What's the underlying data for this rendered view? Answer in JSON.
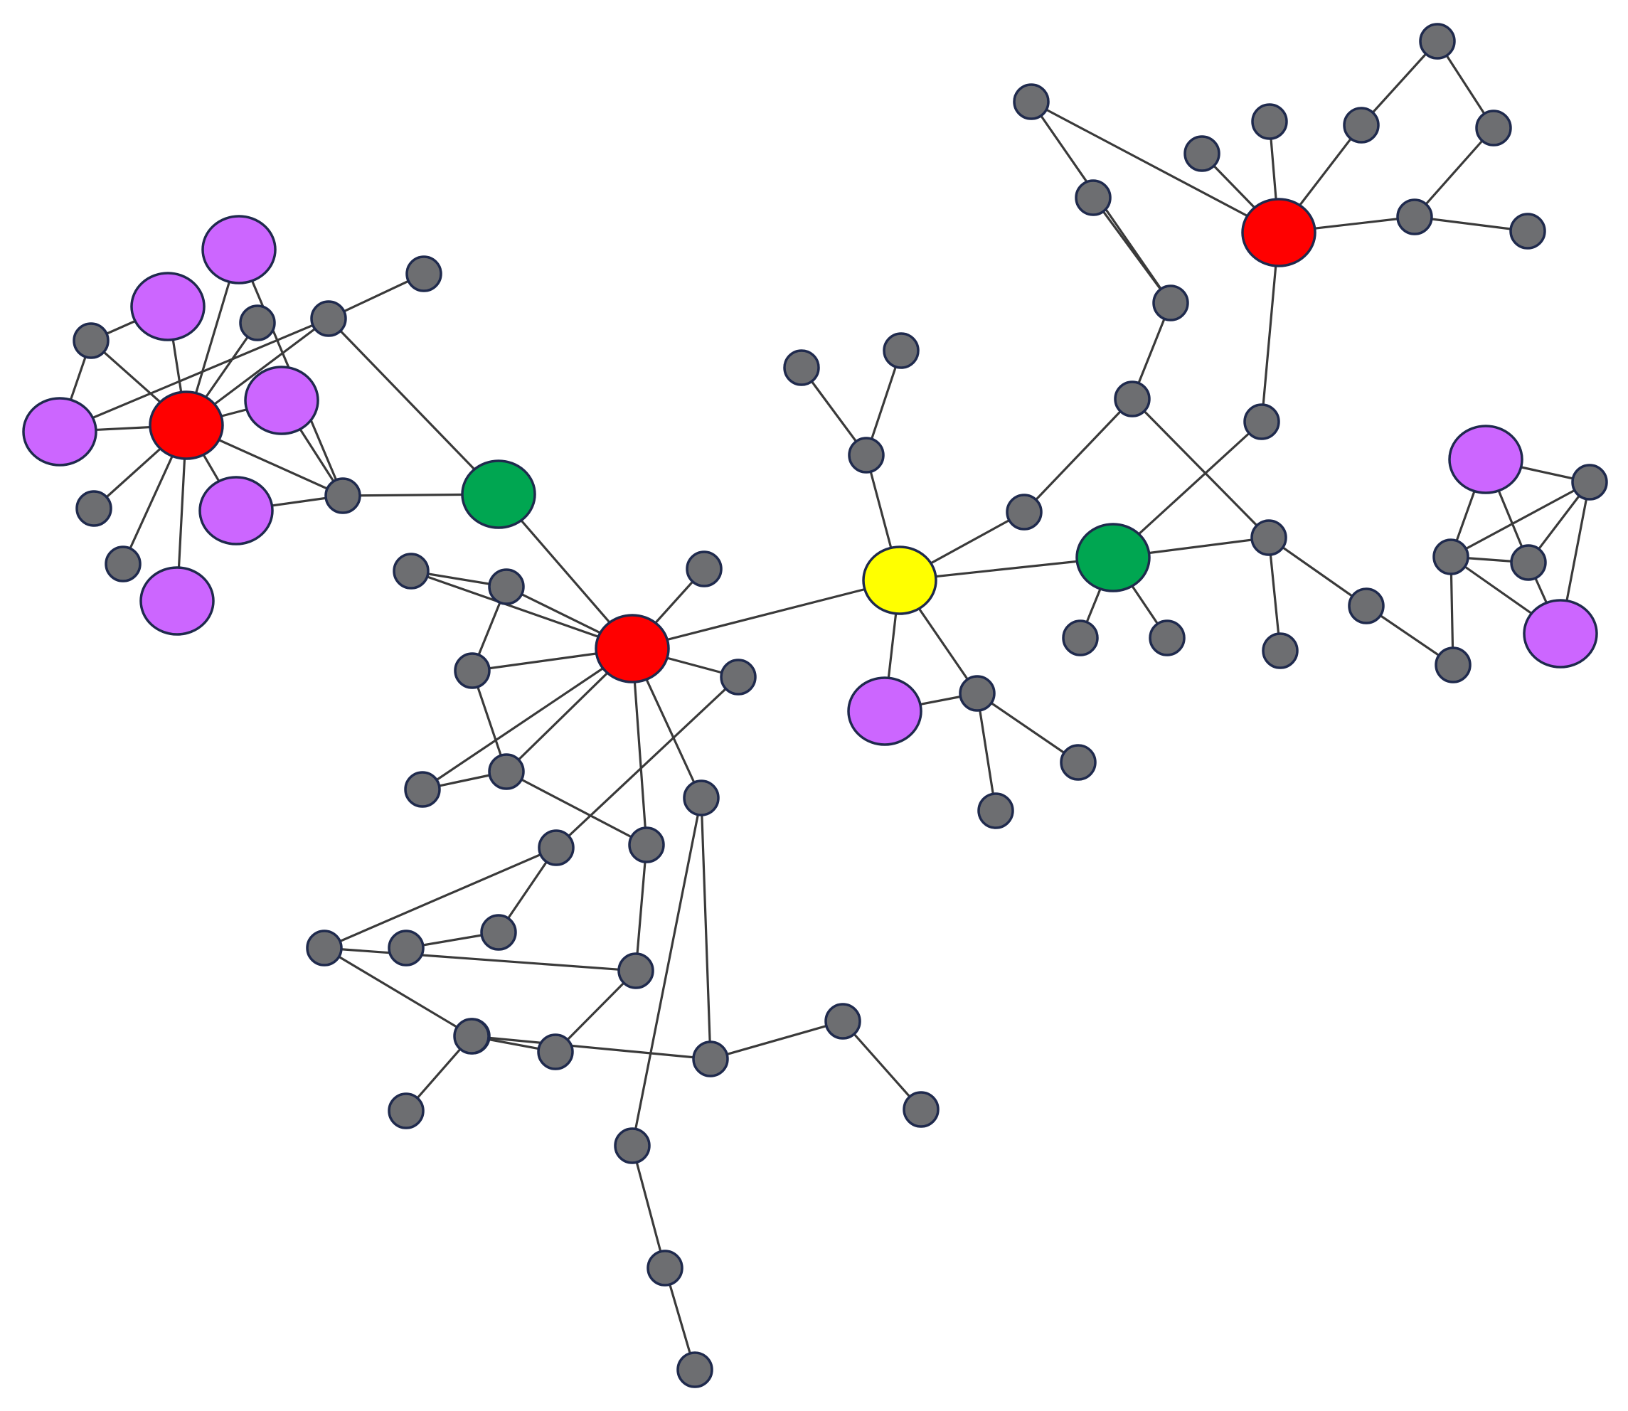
{
  "diagram": {
    "colors": {
      "gray": "#6d6e71",
      "red": "#ff0000",
      "green": "#00a651",
      "yellow": "#ffff00",
      "purple": "#cc66ff",
      "outline": "#1f2a4d",
      "edge": "#3a3a3a"
    },
    "nodes": [
      {
        "id": "n1",
        "color": "red",
        "size": "large"
      },
      {
        "id": "n2",
        "color": "purple",
        "size": "large"
      },
      {
        "id": "n3",
        "color": "purple",
        "size": "large"
      },
      {
        "id": "n4",
        "color": "purple",
        "size": "large"
      },
      {
        "id": "n5",
        "color": "purple",
        "size": "large"
      },
      {
        "id": "n6",
        "color": "purple",
        "size": "large"
      },
      {
        "id": "n7",
        "color": "purple",
        "size": "large"
      },
      {
        "id": "n8",
        "color": "gray",
        "size": "small"
      },
      {
        "id": "n9",
        "color": "gray",
        "size": "small"
      },
      {
        "id": "n10",
        "color": "gray",
        "size": "small"
      },
      {
        "id": "n11",
        "color": "gray",
        "size": "small"
      },
      {
        "id": "n12",
        "color": "gray",
        "size": "small"
      },
      {
        "id": "n13",
        "color": "gray",
        "size": "small"
      },
      {
        "id": "n14",
        "color": "gray",
        "size": "small"
      },
      {
        "id": "n15",
        "color": "green",
        "size": "large"
      },
      {
        "id": "n16",
        "color": "red",
        "size": "large"
      },
      {
        "id": "n17",
        "color": "gray",
        "size": "small"
      },
      {
        "id": "n18",
        "color": "gray",
        "size": "small"
      },
      {
        "id": "n19",
        "color": "gray",
        "size": "small"
      },
      {
        "id": "n20",
        "color": "gray",
        "size": "small"
      },
      {
        "id": "n21",
        "color": "gray",
        "size": "small"
      },
      {
        "id": "n22",
        "color": "gray",
        "size": "small"
      },
      {
        "id": "n23",
        "color": "gray",
        "size": "small"
      },
      {
        "id": "n24",
        "color": "gray",
        "size": "small"
      },
      {
        "id": "n25",
        "color": "gray",
        "size": "small"
      },
      {
        "id": "n26",
        "color": "gray",
        "size": "small"
      },
      {
        "id": "n27",
        "color": "gray",
        "size": "small"
      },
      {
        "id": "n28",
        "color": "gray",
        "size": "small"
      },
      {
        "id": "n29",
        "color": "gray",
        "size": "small"
      },
      {
        "id": "n30",
        "color": "gray",
        "size": "small"
      },
      {
        "id": "n31",
        "color": "gray",
        "size": "small"
      },
      {
        "id": "n32",
        "color": "gray",
        "size": "small"
      },
      {
        "id": "n33",
        "color": "gray",
        "size": "small"
      },
      {
        "id": "n34",
        "color": "gray",
        "size": "small"
      },
      {
        "id": "n35",
        "color": "gray",
        "size": "small"
      },
      {
        "id": "n36",
        "color": "gray",
        "size": "small"
      },
      {
        "id": "n37",
        "color": "gray",
        "size": "small"
      },
      {
        "id": "n38",
        "color": "gray",
        "size": "small"
      },
      {
        "id": "n39",
        "color": "gray",
        "size": "small"
      },
      {
        "id": "n40",
        "color": "gray",
        "size": "small"
      },
      {
        "id": "n41",
        "color": "gray",
        "size": "small"
      },
      {
        "id": "n42",
        "color": "gray",
        "size": "small"
      },
      {
        "id": "n43",
        "color": "yellow",
        "size": "large"
      },
      {
        "id": "n44",
        "color": "gray",
        "size": "small"
      },
      {
        "id": "n45",
        "color": "gray",
        "size": "small"
      },
      {
        "id": "n46",
        "color": "gray",
        "size": "small"
      },
      {
        "id": "n47",
        "color": "purple",
        "size": "large"
      },
      {
        "id": "n48",
        "color": "gray",
        "size": "small"
      },
      {
        "id": "n49",
        "color": "gray",
        "size": "small"
      },
      {
        "id": "n50",
        "color": "gray",
        "size": "small"
      },
      {
        "id": "n51",
        "color": "gray",
        "size": "small"
      },
      {
        "id": "n52",
        "color": "gray",
        "size": "small"
      },
      {
        "id": "n53",
        "color": "gray",
        "size": "small"
      },
      {
        "id": "n54",
        "color": "gray",
        "size": "small"
      },
      {
        "id": "n55",
        "color": "gray",
        "size": "small"
      },
      {
        "id": "n56",
        "color": "red",
        "size": "large"
      },
      {
        "id": "n57",
        "color": "gray",
        "size": "small"
      },
      {
        "id": "n58",
        "color": "gray",
        "size": "small"
      },
      {
        "id": "n59",
        "color": "gray",
        "size": "small"
      },
      {
        "id": "n60",
        "color": "gray",
        "size": "small"
      },
      {
        "id": "n61",
        "color": "gray",
        "size": "small"
      },
      {
        "id": "n62",
        "color": "gray",
        "size": "small"
      },
      {
        "id": "n63",
        "color": "gray",
        "size": "small"
      },
      {
        "id": "n64",
        "color": "gray",
        "size": "small"
      },
      {
        "id": "n65",
        "color": "green",
        "size": "large"
      },
      {
        "id": "n66",
        "color": "gray",
        "size": "small"
      },
      {
        "id": "n67",
        "color": "gray",
        "size": "small"
      },
      {
        "id": "n68",
        "color": "gray",
        "size": "small"
      },
      {
        "id": "n69",
        "color": "gray",
        "size": "small"
      },
      {
        "id": "n70",
        "color": "gray",
        "size": "small"
      },
      {
        "id": "n71",
        "color": "gray",
        "size": "small"
      },
      {
        "id": "n72",
        "color": "gray",
        "size": "small"
      },
      {
        "id": "n73",
        "color": "gray",
        "size": "small"
      },
      {
        "id": "n74",
        "color": "purple",
        "size": "large"
      },
      {
        "id": "n75",
        "color": "gray",
        "size": "small"
      },
      {
        "id": "n76",
        "color": "gray",
        "size": "small"
      },
      {
        "id": "n77",
        "color": "purple",
        "size": "large"
      }
    ],
    "edges": [
      [
        "n1",
        "n2"
      ],
      [
        "n1",
        "n3"
      ],
      [
        "n1",
        "n4"
      ],
      [
        "n1",
        "n5"
      ],
      [
        "n1",
        "n6"
      ],
      [
        "n1",
        "n7"
      ],
      [
        "n1",
        "n8"
      ],
      [
        "n1",
        "n9"
      ],
      [
        "n1",
        "n10"
      ],
      [
        "n1",
        "n11"
      ],
      [
        "n1",
        "n12"
      ],
      [
        "n1",
        "n13"
      ],
      [
        "n3",
        "n8"
      ],
      [
        "n2",
        "n8"
      ],
      [
        "n4",
        "n13"
      ],
      [
        "n2",
        "n12"
      ],
      [
        "n5",
        "n13"
      ],
      [
        "n6",
        "n13"
      ],
      [
        "n12",
        "n14"
      ],
      [
        "n12",
        "n15"
      ],
      [
        "n13",
        "n15"
      ],
      [
        "n15",
        "n16"
      ],
      [
        "n16",
        "n17"
      ],
      [
        "n16",
        "n18"
      ],
      [
        "n16",
        "n19"
      ],
      [
        "n16",
        "n20"
      ],
      [
        "n16",
        "n21"
      ],
      [
        "n16",
        "n22"
      ],
      [
        "n16",
        "n23"
      ],
      [
        "n16",
        "n24"
      ],
      [
        "n16",
        "n25"
      ],
      [
        "n26",
        "n20"
      ],
      [
        "n20",
        "n19"
      ],
      [
        "n19",
        "n21"
      ],
      [
        "n27",
        "n21"
      ],
      [
        "n21",
        "n23"
      ],
      [
        "n22",
        "n28"
      ],
      [
        "n28",
        "n29"
      ],
      [
        "n29",
        "n30"
      ],
      [
        "n28",
        "n31"
      ],
      [
        "n31",
        "n32"
      ],
      [
        "n31",
        "n33"
      ],
      [
        "n33",
        "n23"
      ],
      [
        "n33",
        "n34"
      ],
      [
        "n34",
        "n35"
      ],
      [
        "n35",
        "n36"
      ],
      [
        "n35",
        "n37"
      ],
      [
        "n37",
        "n25"
      ],
      [
        "n37",
        "n38"
      ],
      [
        "n38",
        "n39"
      ],
      [
        "n25",
        "n40"
      ],
      [
        "n40",
        "n41"
      ],
      [
        "n41",
        "n42"
      ],
      [
        "n16",
        "n43"
      ],
      [
        "n43",
        "n44"
      ],
      [
        "n44",
        "n45"
      ],
      [
        "n44",
        "n46"
      ],
      [
        "n43",
        "n47"
      ],
      [
        "n43",
        "n48"
      ],
      [
        "n47",
        "n48"
      ],
      [
        "n48",
        "n49"
      ],
      [
        "n48",
        "n50"
      ],
      [
        "n43",
        "n51"
      ],
      [
        "n51",
        "n52"
      ],
      [
        "n52",
        "n53"
      ],
      [
        "n53",
        "n54"
      ],
      [
        "n53",
        "n55"
      ],
      [
        "n55",
        "n56"
      ],
      [
        "n56",
        "n57"
      ],
      [
        "n56",
        "n58"
      ],
      [
        "n56",
        "n59"
      ],
      [
        "n56",
        "n60"
      ],
      [
        "n59",
        "n61"
      ],
      [
        "n61",
        "n62"
      ],
      [
        "n62",
        "n60"
      ],
      [
        "n60",
        "n63"
      ],
      [
        "n56",
        "n64"
      ],
      [
        "n64",
        "n65"
      ],
      [
        "n43",
        "n65"
      ],
      [
        "n65",
        "n66"
      ],
      [
        "n65",
        "n67"
      ],
      [
        "n65",
        "n68"
      ],
      [
        "n52",
        "n68"
      ],
      [
        "n68",
        "n69"
      ],
      [
        "n68",
        "n70"
      ],
      [
        "n70",
        "n71"
      ],
      [
        "n71",
        "n72"
      ],
      [
        "n72",
        "n73"
      ],
      [
        "n73",
        "n74"
      ],
      [
        "n73",
        "n75"
      ],
      [
        "n73",
        "n76"
      ],
      [
        "n73",
        "n77"
      ],
      [
        "n74",
        "n75"
      ],
      [
        "n74",
        "n76"
      ],
      [
        "n75",
        "n76"
      ],
      [
        "n75",
        "n77"
      ],
      [
        "n76",
        "n77"
      ]
    ]
  }
}
